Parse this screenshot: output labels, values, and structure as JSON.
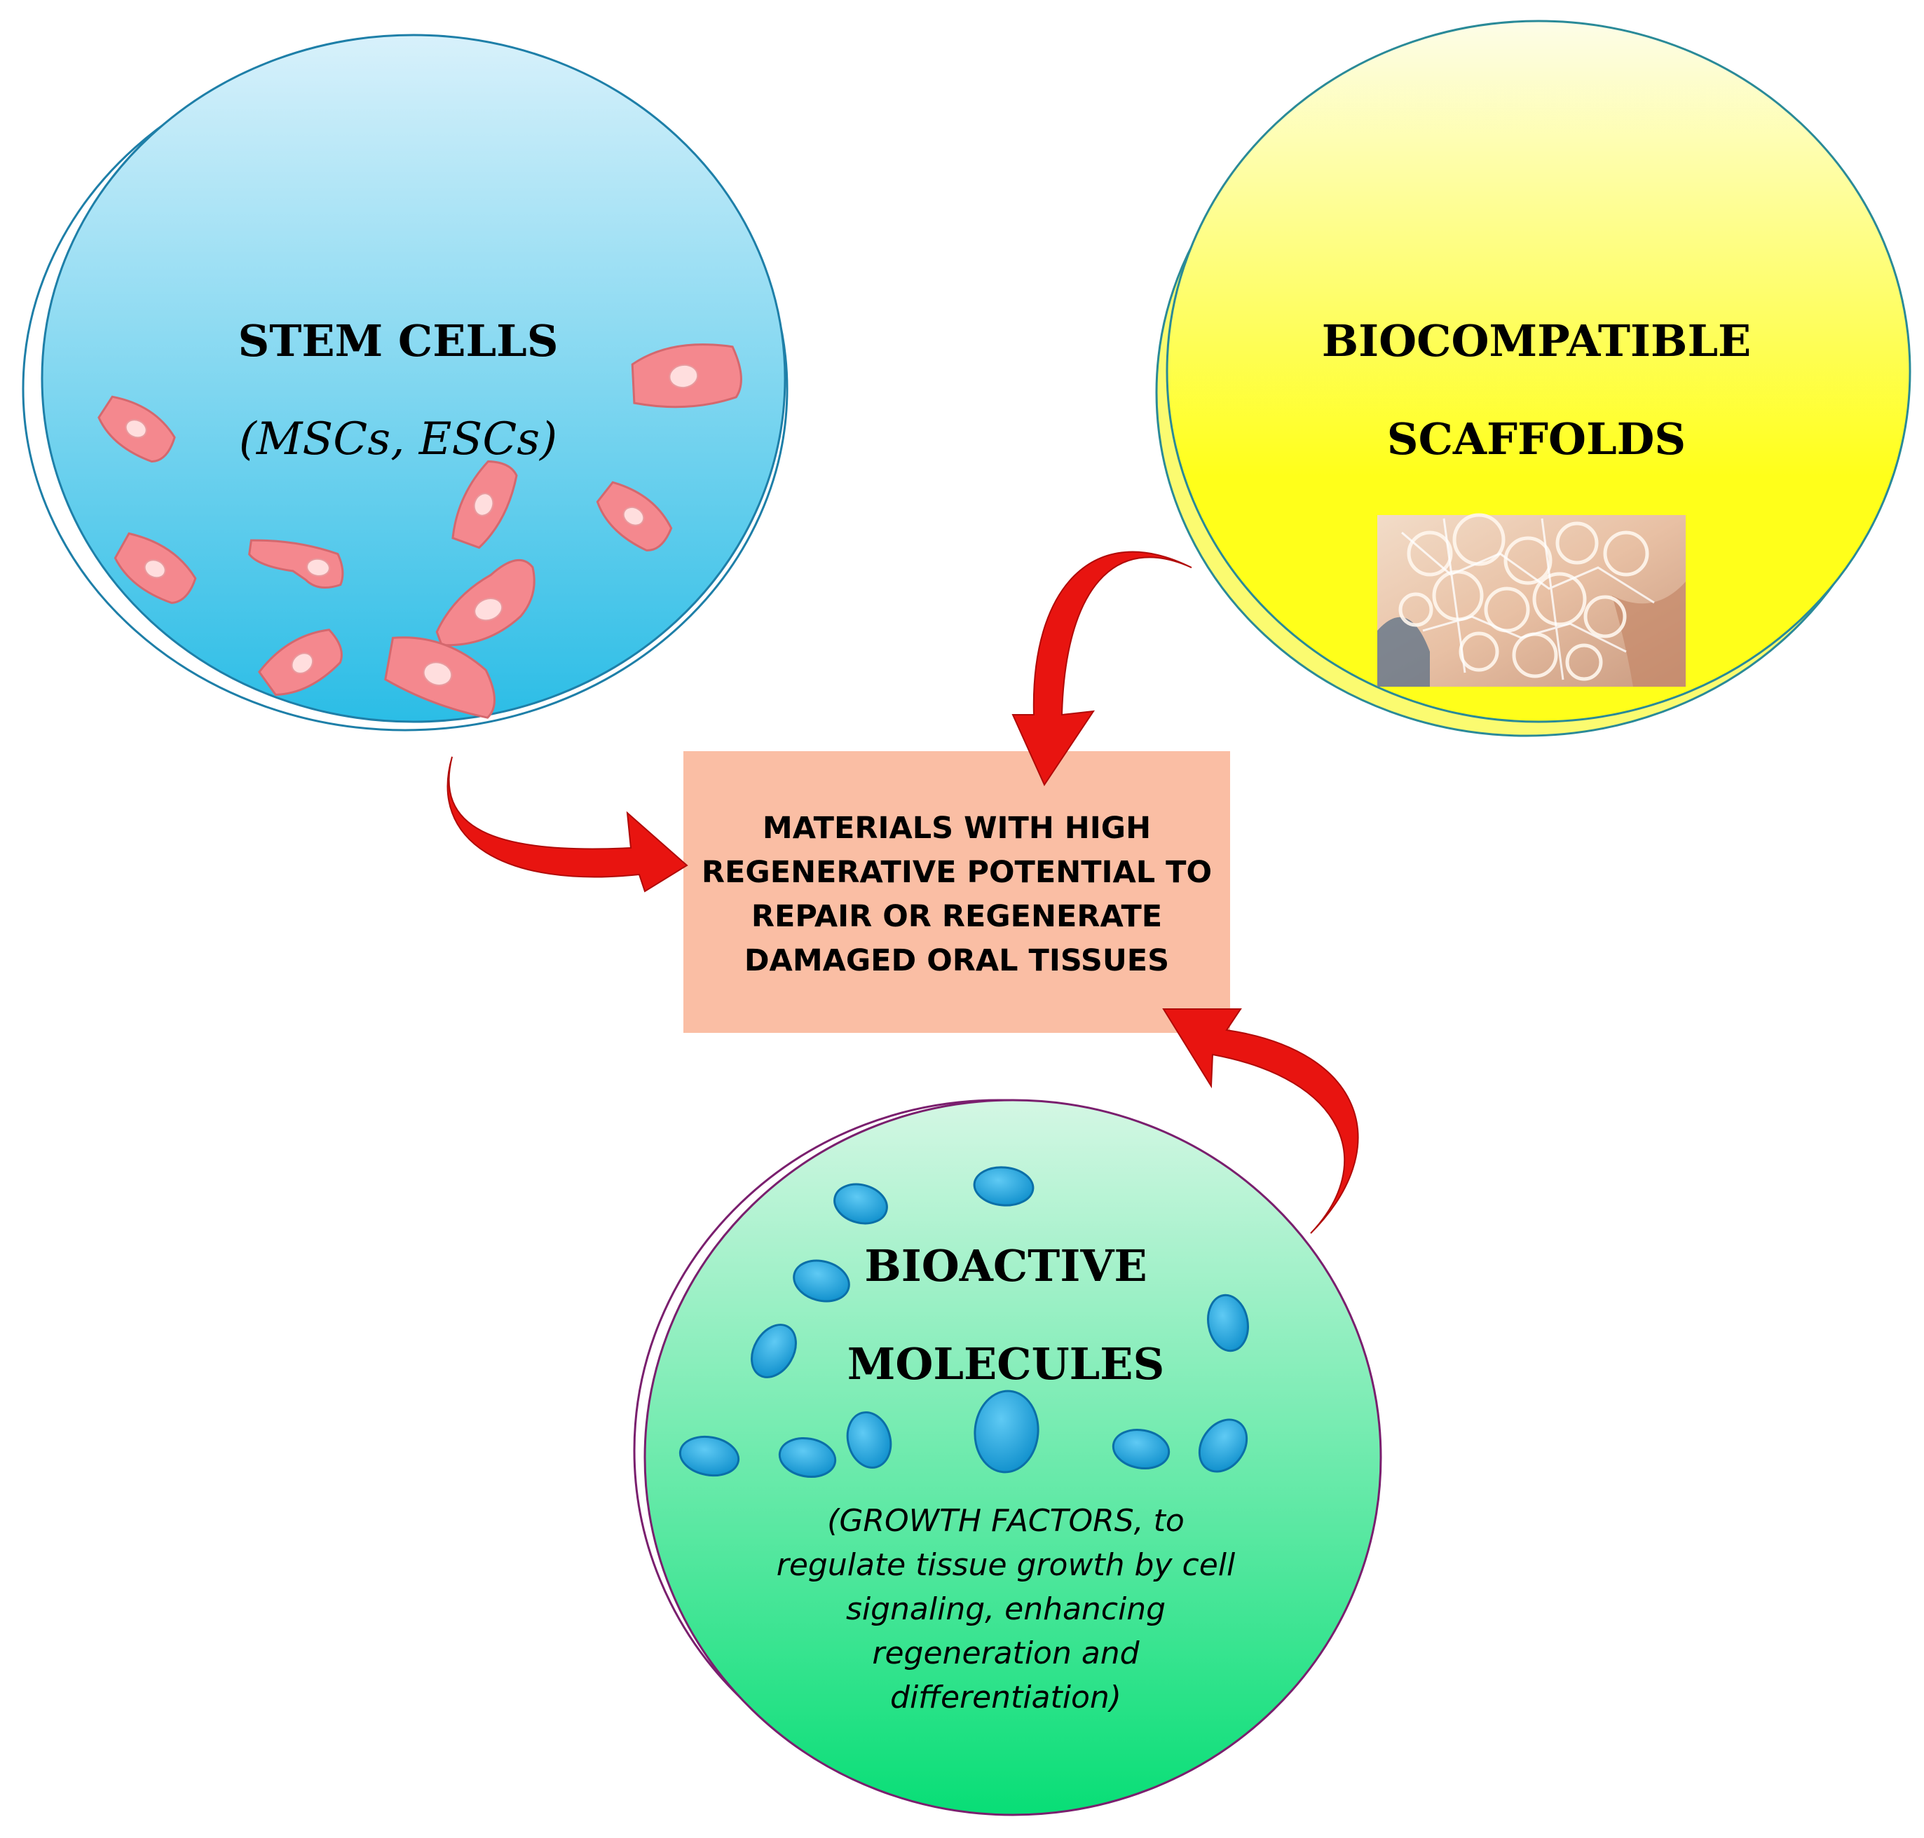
{
  "stem_cells": {
    "title": "STEM CELLS",
    "subtitle": "(MSCs, ESCs)",
    "fill_top": "#d8f1fb",
    "fill_bottom": "#2bbde6",
    "outline": "#1e7fa8",
    "cell_color": "#f4888e",
    "nucleus_color": "#ffdede"
  },
  "scaffolds": {
    "title_line1": "BIOCOMPATIBLE",
    "title_line2": "SCAFFOLDS",
    "fill_top": "#fdfde8",
    "fill_bottom": "#ffff1a",
    "outline": "#2a8a98"
  },
  "center_box": {
    "lines": [
      "MATERIALS WITH HIGH",
      "REGENERATIVE POTENTIAL TO",
      "REPAIR OR REGENERATE",
      "DAMAGED ORAL TISSUES"
    ],
    "fill": "#fabea4"
  },
  "bioactive": {
    "title_line1": "BIOACTIVE",
    "title_line2": "MOLECULES",
    "description": [
      "(GROWTH FACTORS, to",
      "regulate tissue growth by cell",
      "signaling, enhancing",
      "regeneration and",
      "differentiation)"
    ],
    "fill_top": "#d4f7e4",
    "fill_bottom": "#08de76",
    "outline": "#7a1f6e",
    "molecule_color": "#1ba2dd"
  },
  "arrow_color": "#e81410"
}
